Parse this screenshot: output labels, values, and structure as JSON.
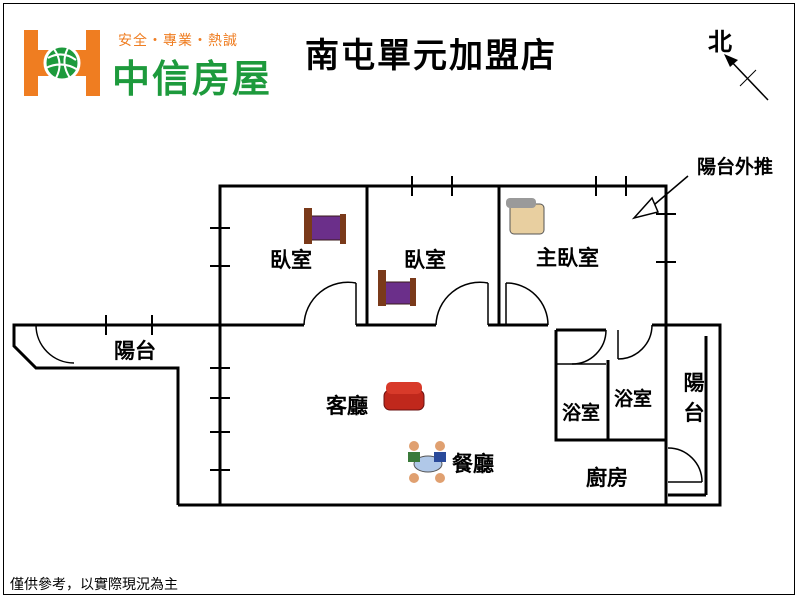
{
  "brand": {
    "slogan": "安全・專業・熱誠",
    "name": "中信房屋",
    "logo_color": "#ef7d21",
    "name_color": "#1d9a3c"
  },
  "store_name": "南屯單元加盟店",
  "compass": {
    "label": "北"
  },
  "annotation": {
    "balcony_push": "陽台外推"
  },
  "rooms": {
    "bedroom1": "臥室",
    "bedroom2": "臥室",
    "master_bedroom": "主臥室",
    "balcony_left": "陽台",
    "living_room": "客廳",
    "dining_room": "餐廳",
    "bathroom1": "浴室",
    "bathroom2": "浴室",
    "balcony_right": "陽台",
    "kitchen": "廚房"
  },
  "note": "僅供參考，以實際現況為主"
}
